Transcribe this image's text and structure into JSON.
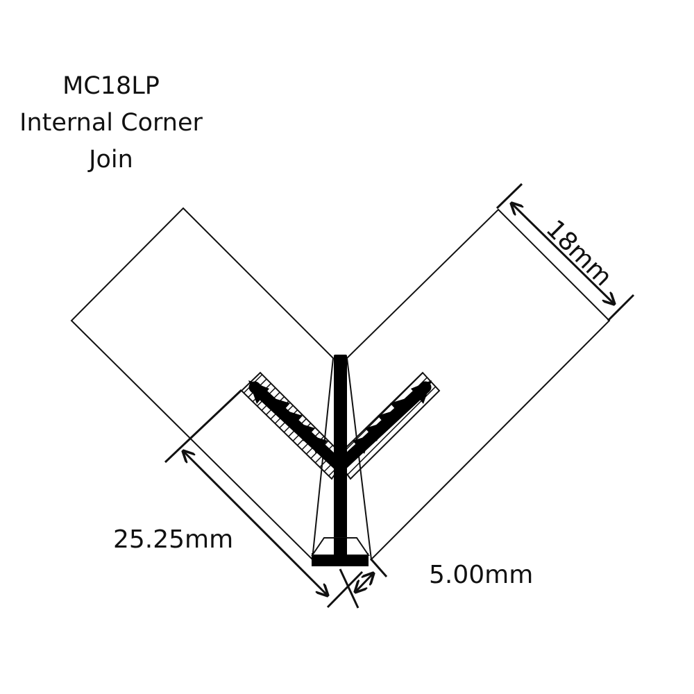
{
  "title": {
    "line1": "MC18LP",
    "line2": "Internal Corner",
    "line3": "Join"
  },
  "dimensions": {
    "thickness": "18mm",
    "depth": "25.25mm",
    "gap": "5.00mm"
  },
  "colors": {
    "outline": "#111111",
    "fill": "#000000",
    "background": "#ffffff"
  }
}
